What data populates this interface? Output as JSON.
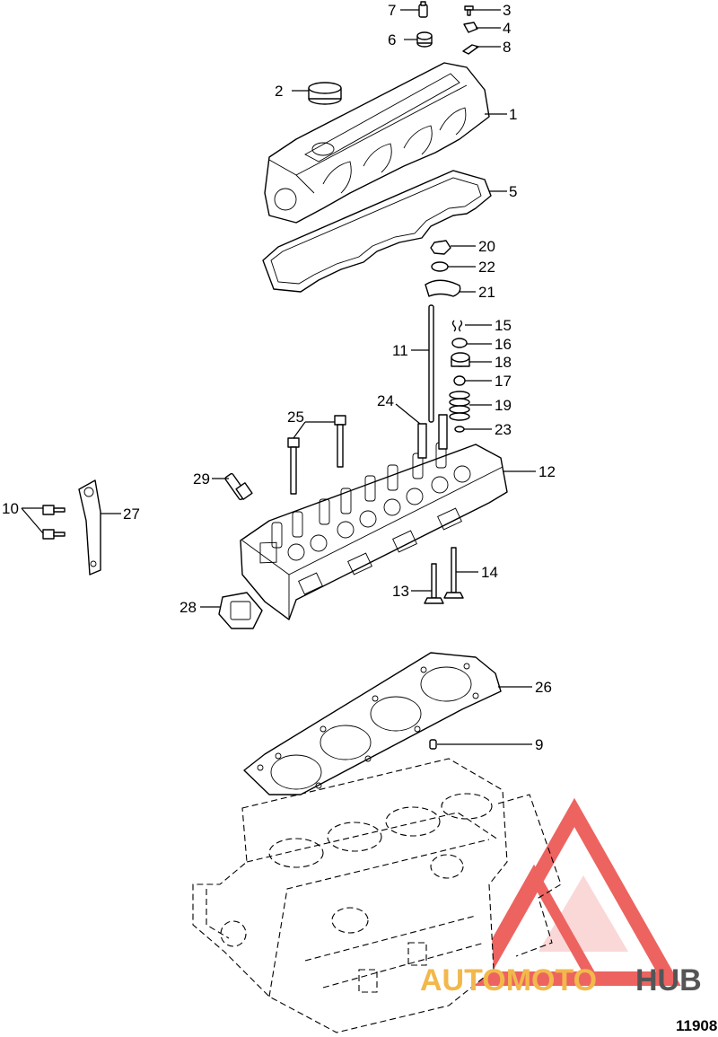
{
  "figure_id": "11908",
  "watermark": {
    "text_left": "AUTOMOTO",
    "text_right": "HUB",
    "color_left": "#f2b84b",
    "color_right": "#555555",
    "logo_color": "#e8302b"
  },
  "callouts": [
    {
      "num": "1"
    },
    {
      "num": "2"
    },
    {
      "num": "3"
    },
    {
      "num": "4"
    },
    {
      "num": "5"
    },
    {
      "num": "6"
    },
    {
      "num": "7"
    },
    {
      "num": "8"
    },
    {
      "num": "9"
    },
    {
      "num": "10"
    },
    {
      "num": "11"
    },
    {
      "num": "12"
    },
    {
      "num": "13"
    },
    {
      "num": "14"
    },
    {
      "num": "15"
    },
    {
      "num": "16"
    },
    {
      "num": "17"
    },
    {
      "num": "18"
    },
    {
      "num": "19"
    },
    {
      "num": "20"
    },
    {
      "num": "21"
    },
    {
      "num": "22"
    },
    {
      "num": "23"
    },
    {
      "num": "24"
    },
    {
      "num": "25"
    },
    {
      "num": "26"
    },
    {
      "num": "27"
    },
    {
      "num": "28"
    },
    {
      "num": "29"
    }
  ]
}
